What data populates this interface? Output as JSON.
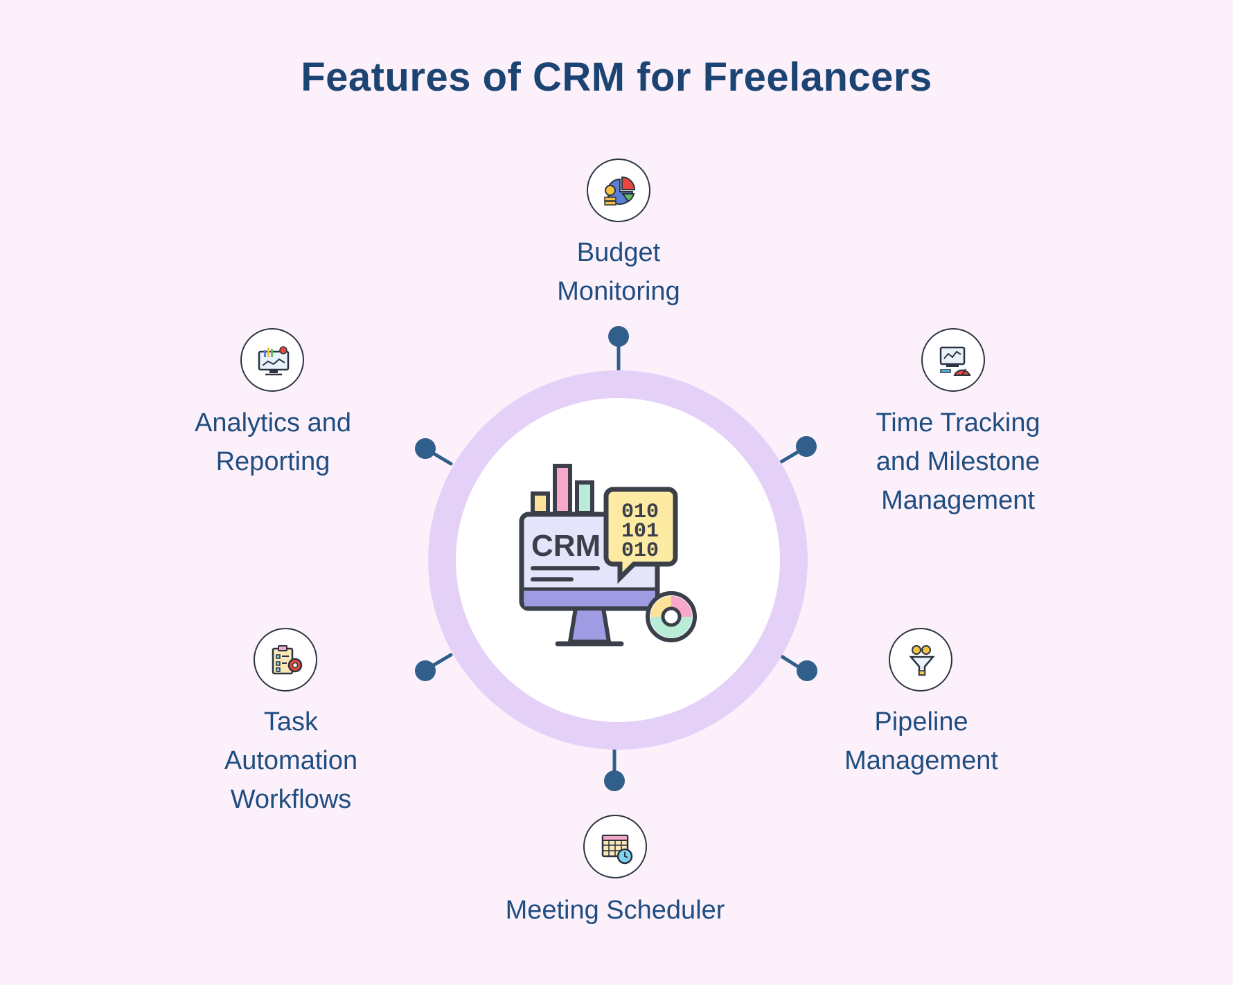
{
  "title": "Features of CRM for Freelancers",
  "center": {
    "badge_text": "CRM",
    "code_lines": [
      "010",
      "101",
      "010"
    ]
  },
  "features": [
    {
      "id": "budget",
      "lines": [
        "Budget",
        "Monitoring"
      ],
      "icon": "budget-pie-coins-icon"
    },
    {
      "id": "time",
      "lines": [
        "Time Tracking",
        "and Milestone",
        "Management"
      ],
      "icon": "time-tracking-monitor-icon"
    },
    {
      "id": "pipeline",
      "lines": [
        "Pipeline",
        "Management"
      ],
      "icon": "pipeline-funnel-icon"
    },
    {
      "id": "meeting",
      "lines": [
        "Meeting Scheduler"
      ],
      "icon": "calendar-clock-icon"
    },
    {
      "id": "task",
      "lines": [
        "Task",
        "Automation",
        "Workflows"
      ],
      "icon": "task-clipboard-gear-icon"
    },
    {
      "id": "analytics",
      "lines": [
        "Analytics and",
        "Reporting"
      ],
      "icon": "analytics-monitor-icon"
    }
  ],
  "colors": {
    "background": "#fcf0fb",
    "title": "#1c4472",
    "label": "#1f4d80",
    "ring": "#e5d1f8",
    "connector": "#2f5f8a"
  }
}
